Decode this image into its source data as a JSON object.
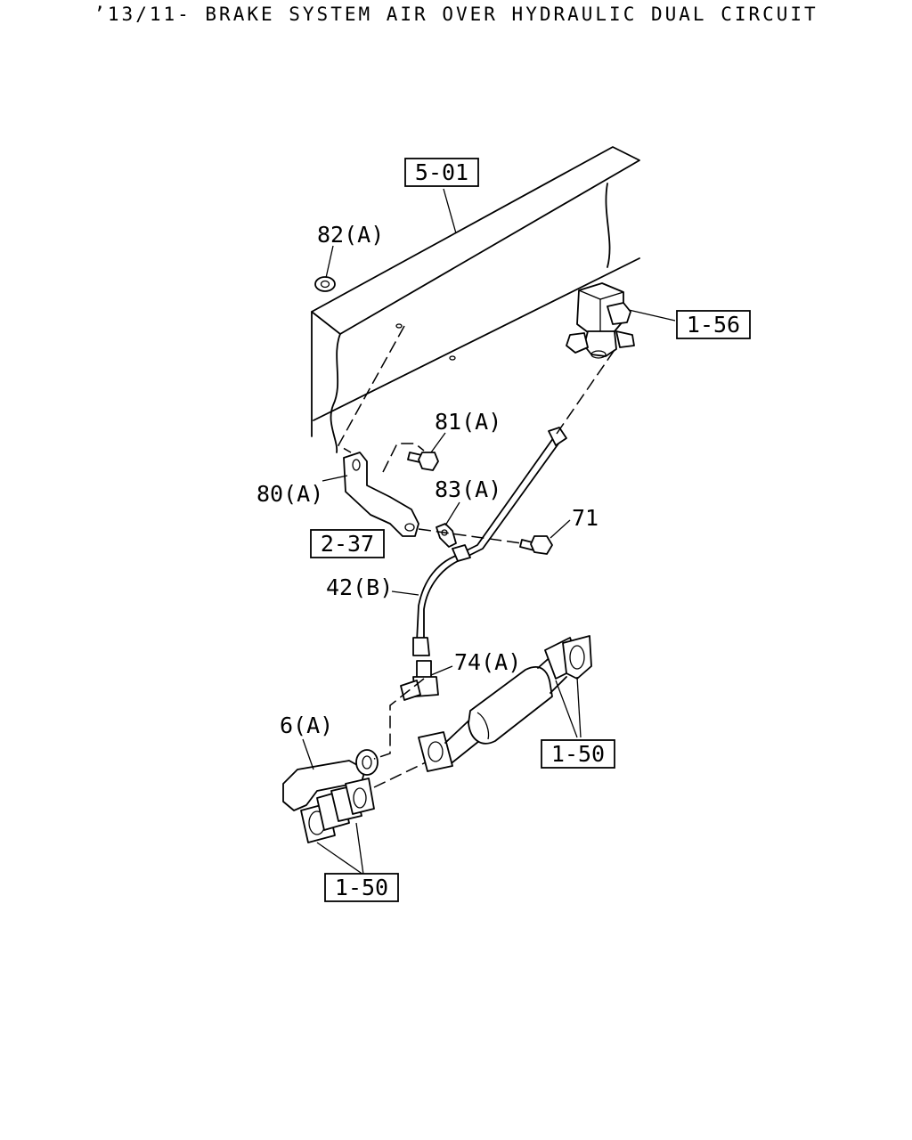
{
  "title": "’13/11- BRAKE SYSTEM AIR OVER HYDRAULIC DUAL CIRCUIT",
  "refs": {
    "r501": "5-01",
    "r156": "1-56",
    "r237": "2-37",
    "r150a": "1-50",
    "r150b": "1-50"
  },
  "labels": {
    "p82": "82(A)",
    "p81": "81(A)",
    "p80": "80(A)",
    "p83": "83(A)",
    "p71": "71",
    "p42": "42(B)",
    "p74": "74(A)",
    "p6": "6(A)"
  }
}
